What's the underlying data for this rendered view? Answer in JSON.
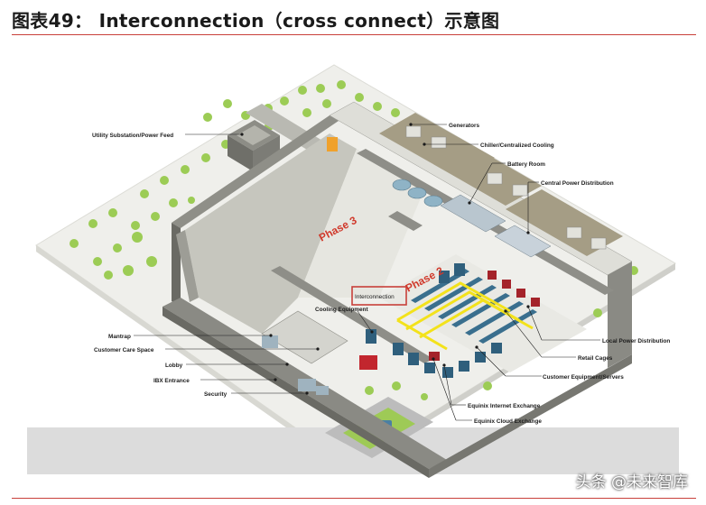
{
  "title": "图表49： Interconnection（cross connect）示意图",
  "labels": {
    "utility": "Utility Substation/Power Feed",
    "generators": "Generators",
    "chiller": "Chiller/Centralized Cooling",
    "battery": "Battery Room",
    "cpd": "Central Power Distribution",
    "phase3": "Phase 3",
    "phase2": "Phase 2",
    "interconnection": "Interconnection",
    "cooling": "Cooling Equipment",
    "mantrap": "Mantrap",
    "customer_care": "Customer Care Space",
    "lobby": "Lobby",
    "ibx": "IBX Entrance",
    "security": "Security",
    "lpd": "Local Power Distribution",
    "retail": "Retail Cages",
    "cust_equip": "Customer Equipment/Servers",
    "eie": "Equinix Internet Exchange",
    "ece": "Equinix Cloud Exchange"
  },
  "watermark": "头条 @未来智库",
  "colors": {
    "accent": "#c8403a",
    "phase_text": "#d0392b",
    "cage_yellow": "#f3e21b",
    "rack_blue": "#3a6f8e",
    "rack_red": "#a4232a",
    "grass": "#eeeeea"
  }
}
